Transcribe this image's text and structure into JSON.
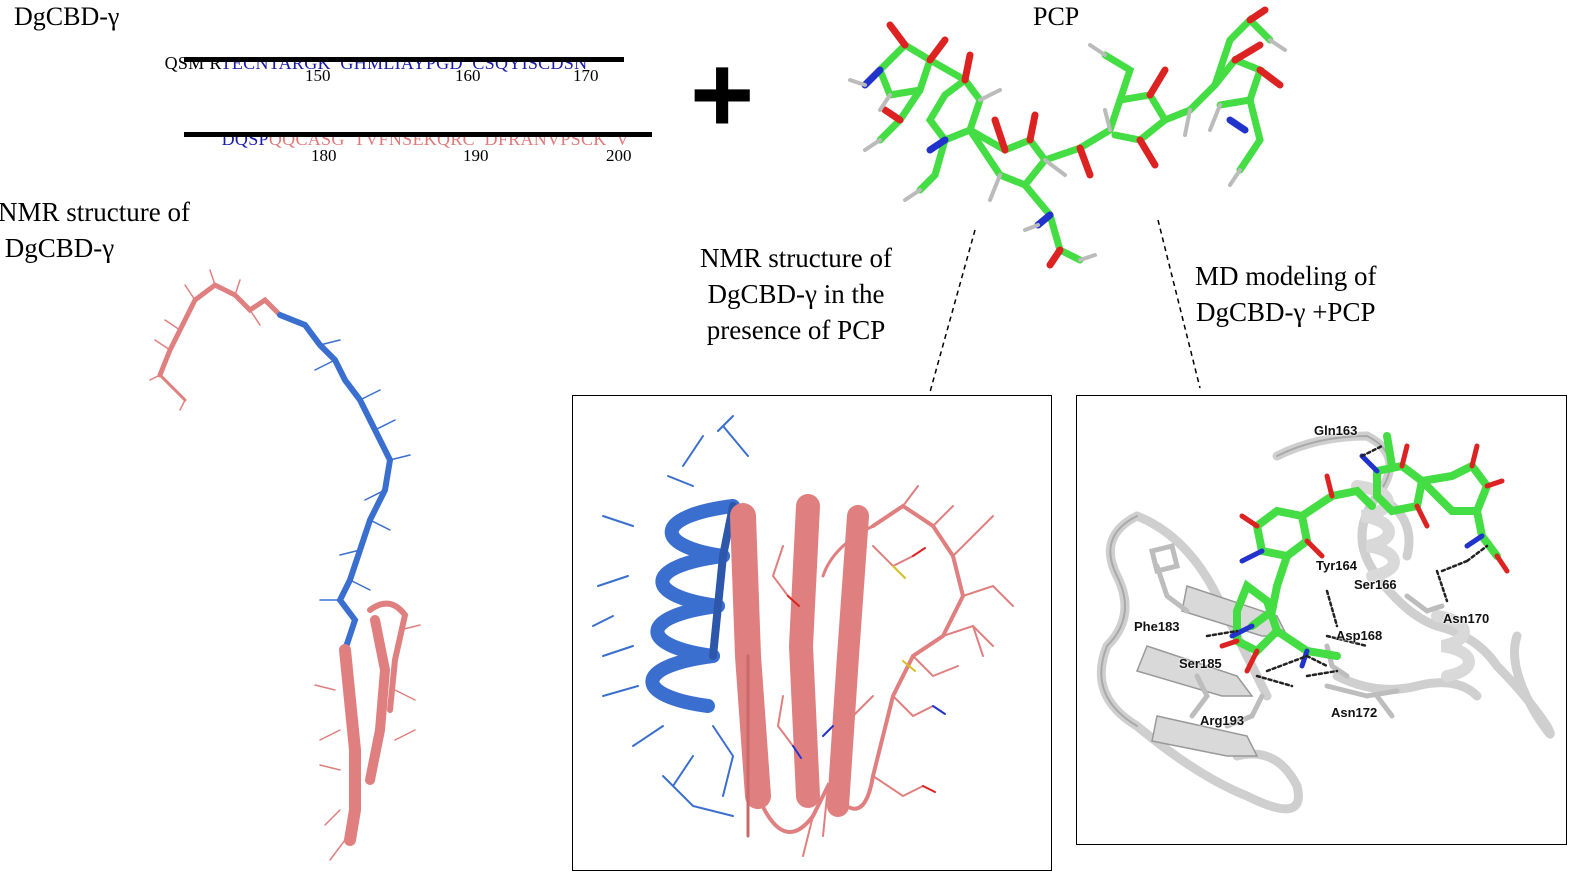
{
  "top_left_label": "DgCBD-γ",
  "pcp_label": "PCP",
  "plus_sign": "+",
  "sequence": {
    "row1": {
      "segments": [
        {
          "text": "QSM R",
          "color": "#000000"
        },
        {
          "text": "TECNTARGK  GHMLIAYPGD  CSQYISCDSN",
          "color": "#1a1aaa"
        }
      ],
      "ticks": [
        "150",
        "160",
        "170"
      ]
    },
    "row2": {
      "segments": [
        {
          "text": "DQSP",
          "color": "#1a1aaa"
        },
        {
          "text": "QQCASG  TVFNSEKQRC  DFRANVPSCK  V",
          "color": "#e07a7a"
        }
      ],
      "ticks": [
        "180",
        "190",
        "200"
      ]
    }
  },
  "captions": {
    "nmr_free": "NMR structure of\n DgCBD-γ",
    "nmr_pcp": "NMR structure of\nDgCBD-γ in the\npresence of PCP",
    "md_model": "MD modeling of\nDgCBD-γ +PCP"
  },
  "residue_labels": [
    "Gln163",
    "Tyr164",
    "Ser166",
    "Asn170",
    "Phe183",
    "Asp168",
    "Ser185",
    "Arg193",
    "Asn172"
  ],
  "colors": {
    "helix_blue": "#3a6fd0",
    "strand_salmon": "#e07f7f",
    "carbon_green": "#44dd44",
    "oxygen_red": "#dd2222",
    "nitrogen_blue": "#2233cc",
    "hydrogen_grey": "#bbbbbb",
    "protein_white": "#d9d9d9"
  }
}
